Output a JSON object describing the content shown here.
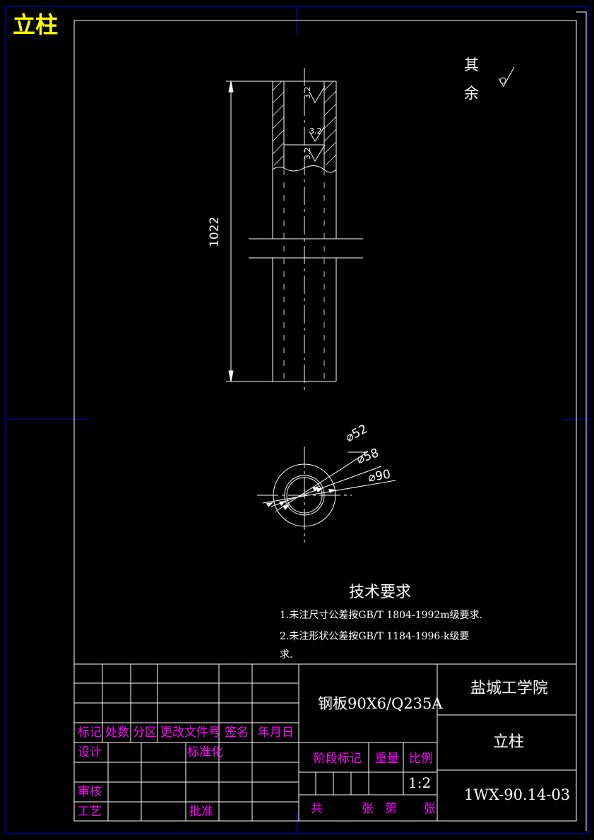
{
  "sheet_title": "立柱",
  "roughness_note": {
    "line1": "其",
    "line2": "余"
  },
  "views": {
    "front": {
      "length_dimension": "1022",
      "roughness_values": [
        "3.2",
        "3.2",
        "3.2"
      ]
    },
    "section": {
      "diameters": [
        "⌀52",
        "⌀58",
        "⌀90"
      ]
    }
  },
  "tech_requirements": {
    "heading": "技术要求",
    "item1": "1.未注尺寸公差按GB/T 1804-1992m级要求.",
    "item2": "2.未注形状公差按GB/T 1184-1996-k级要",
    "item2_cont": "求."
  },
  "title_block": {
    "material": "钢板90X6/Q235A",
    "school": "盐城工学院",
    "part_name": "立柱",
    "drawing_number": "1WX-90.14-03",
    "scale_value": "1:2",
    "labels": {
      "mark": "标记",
      "count": "处数",
      "zone": "分区",
      "change_doc": "更改文件号",
      "signature": "签名",
      "date": "年月日",
      "design": "设计",
      "standardize": "标准化",
      "stage_mark": "阶段标记",
      "weight": "重量",
      "scale": "比例",
      "review": "审核",
      "process": "工艺",
      "approve": "批准",
      "total": "共",
      "sheets": "张",
      "sheet_no": "第",
      "sheet_unit": "张"
    }
  },
  "colors": {
    "background": "#000000",
    "frame": "#ffffff",
    "sheet_border": "#0000ff",
    "title_text": "#ffff00",
    "label_text": "#ff00ff",
    "outline": "#ffffff"
  }
}
